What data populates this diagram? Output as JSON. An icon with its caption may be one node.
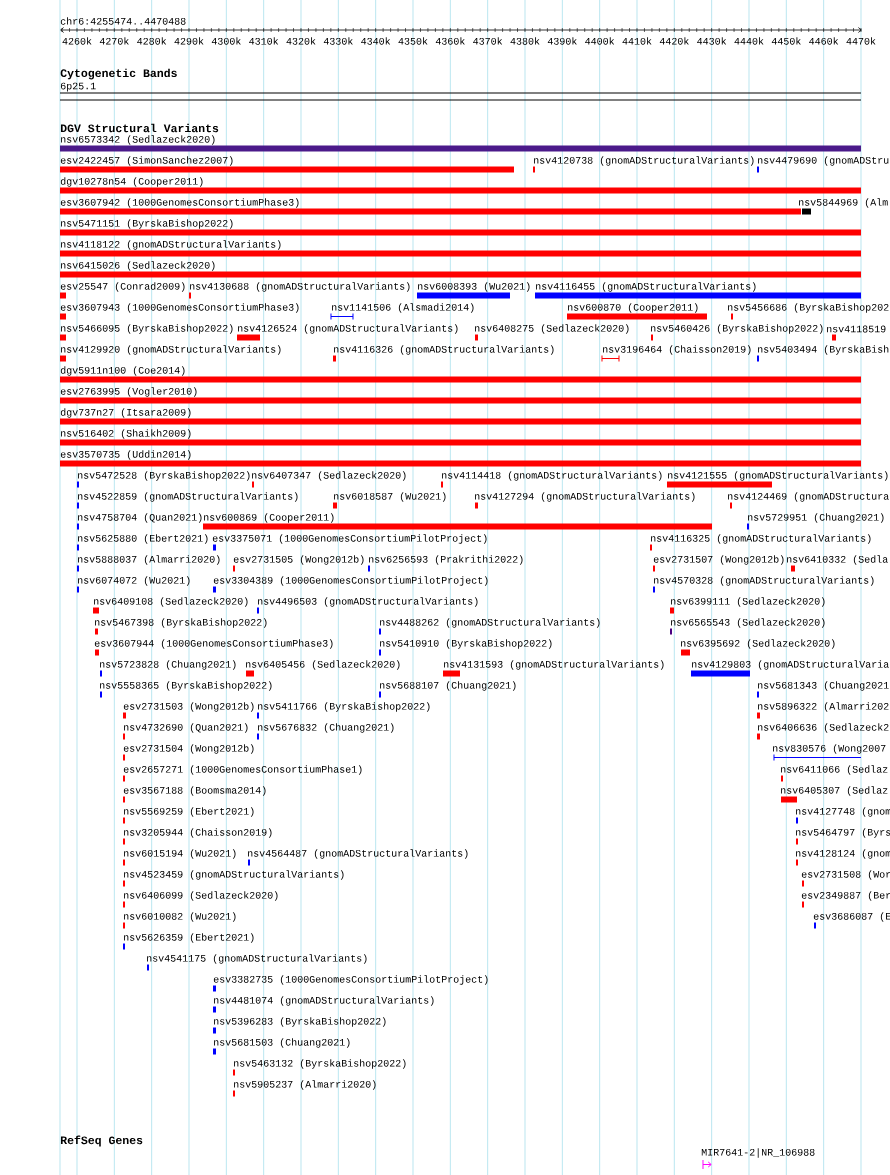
{
  "diagram": {
    "title": "chr6:4255474..4470488",
    "labels": [
      "4260k",
      "4270k",
      "4280k",
      "4290k",
      "4300k",
      "4310k",
      "4320k",
      "4330k",
      "4340k",
      "4350k",
      "4360k",
      "4370k",
      "4380k",
      "4390k",
      "4400k",
      "4410k",
      "4420k",
      "4430k",
      "4440k",
      "4450k",
      "4460k",
      "4470k",
      "Cytogenetic Bands",
      "6p25.1",
      "DGV Structural Variants",
      "nsv6573342 (Sedlazeck2020)",
      "esv2422457 (SimonSanchez2007)",
      "nsv4120738 (gnomADStructuralVariants)",
      "nsv4479690 (gnomADStru",
      "dgv10278n54 (Cooper2011)",
      "esv3607942 (1000GenomesConsortiumPhase3)",
      "nsv5844969 (Alm",
      "nsv5471151 (ByrskaBishop2022)",
      "nsv4118122 (gnomADStructuralVariants)",
      "nsv6415026 (Sedlazeck2020)",
      "esv25547 (Conrad2009)",
      "nsv4130688 (gnomADStructuralVariants)",
      "nsv6008393 (Wu2021)",
      "nsv4116455 (gnomADStructuralVariants)",
      "esv3607943 (1000GenomesConsortiumPhase3)",
      "nsv1141506 (Alsmadi2014)",
      "nsv600870 (Cooper2011)",
      "nsv5456686 (ByrskaBishop202",
      "nsv5466095 (ByrskaBishop2022)",
      "nsv4126524 (gnomADStructuralVariants)",
      "nsv6408275 (Sedlazeck2020)",
      "nsv5460426 (ByrskaBishop2022)",
      "nsv4118519",
      "nsv4129920 (gnomADStructuralVariants)",
      "nsv4116326 (gnomADStructuralVariants)",
      "nsv3196464 (Chaisson2019)",
      "nsv5403494 (ByrskaBish",
      "dgv5911n100 (Coe2014)",
      "esv2763995 (Vogler2010)",
      "dgv737n27 (Itsara2009)",
      "nsv516402 (Shaikh2009)",
      "esv3570735 (Uddin2014)",
      "nsv5472528 (ByrskaBishop2022)",
      "nsv6407347 (Sedlazeck2020)",
      "nsv4114418 (gnomADStructuralVariants)",
      "nsv4121555 (gnomADStructuralVariants)",
      "nsv4522859 (gnomADStructuralVariants)",
      "nsv6018587 (Wu2021)",
      "nsv4127294 (gnomADStructuralVariants)",
      "nsv4124469 (gnomADStructura",
      "nsv4758704 (Quan2021)",
      "nsv600869 (Cooper2011)",
      "nsv5729951 (Chuang2021)",
      "nsv5625880 (Ebert2021)",
      "esv3375071 (1000GenomesConsortiumPilotProject)",
      "nsv4116325 (gnomADStructuralVariants)",
      "nsv5888037 (Almarri2020)",
      "esv2731505 (Wong2012b)",
      "nsv6256593 (Prakrithi2022)",
      "esv2731507 (Wong2012b)",
      "nsv6410332 (Sedla",
      "nsv6074072 (Wu2021)",
      "esv3304389 (1000GenomesConsortiumPilotProject)",
      "nsv4570328 (gnomADStructuralVariants)",
      "nsv6409108 (Sedlazeck2020)",
      "nsv4496503 (gnomADStructuralVariants)",
      "nsv6399111 (Sedlazeck2020)",
      "nsv5467398 (ByrskaBishop2022)",
      "nsv4488262 (gnomADStructuralVariants)",
      "nsv6565543 (Sedlazeck2020)",
      "esv3607944 (1000GenomesConsortiumPhase3)",
      "nsv5410910 (ByrskaBishop2022)",
      "nsv6395692 (Sedlazeck2020)",
      "nsv5723828 (Chuang2021)",
      "nsv6405456 (Sedlazeck2020)",
      "nsv4131593 (gnomADStructuralVariants)",
      "nsv4129803 (gnomADStructuralVaria",
      "nsv5558365 (ByrskaBishop2022)",
      "nsv5688107 (Chuang2021)",
      "nsv5681343 (Chuang2021",
      "esv2731503 (Wong2012b)",
      "nsv5411766 (ByrskaBishop2022)",
      "nsv5896322 (Almarri202",
      "nsv4732690 (Quan2021)",
      "nsv5676832 (Chuang2021)",
      "nsv6406636 (Sedlazeck2",
      "esv2731504 (Wong2012b)",
      "nsv830576 (Wong2007",
      "esv2657271 (1000GenomesConsortiumPhase1)",
      "nsv6411066 (Sedlaz",
      "esv3567188 (Boomsma2014)",
      "nsv6405307 (Sedlaz",
      "nsv5569259 (Ebert2021)",
      "nsv4127748 (gnom",
      "nsv3205944 (Chaisson2019)",
      "nsv5464797 (Byrs",
      "nsv6015194 (Wu2021)",
      "nsv4564487 (gnomADStructuralVariants)",
      "nsv4128124 (gnom",
      "nsv4523459 (gnomADStructuralVariants)",
      "esv2731508 (Wor",
      "nsv6406099 (Sedlazeck2020)",
      "esv2349887 (Ber",
      "nsv6010082 (Wu2021)",
      "esv3686087 (E",
      "nsv5626359 (Ebert2021)",
      "nsv4541175 (gnomADStructuralVariants)",
      "esv3382735 (1000GenomesConsortiumPilotProject)",
      "nsv4481074 (gnomADStructuralVariants)",
      "nsv5396283 (ByrskaBishop2022)",
      "nsv5681503 (Chuang2021)",
      "nsv5463132 (ByrskaBishop2022)",
      "nsv5905237 (Almarri2020)",
      "RefSeq Genes",
      "MIR7641-2|NR_106988"
    ]
  }
}
